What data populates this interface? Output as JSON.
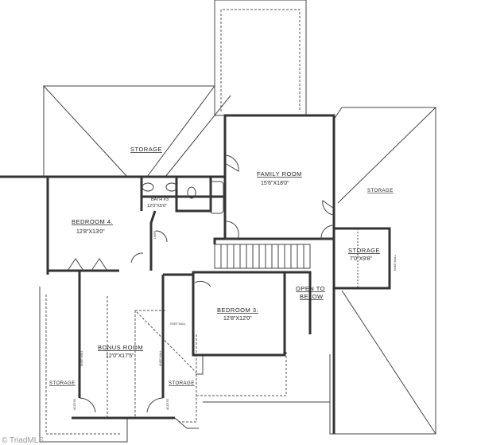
{
  "rooms": {
    "storage_top": {
      "label": "STORAGE"
    },
    "bath": {
      "label": "BATH #3",
      "dim": "12'0\"X5'0\""
    },
    "bedroom4": {
      "label": "BEDROOM 4.",
      "dim": "12'8\"X13'0\""
    },
    "family": {
      "label": "FAMILY ROOM",
      "dim": "15'6\"X18'0\""
    },
    "storage_right": {
      "label": "STORAGE"
    },
    "storage_small": {
      "label": "STORAGE",
      "dim": "7'0\"X9'8\""
    },
    "open": {
      "label1": "OPEN TO",
      "label2": "BELOW"
    },
    "bedroom3": {
      "label": "BEDROOM 3.",
      "dim": "12'8\"X12'0\""
    },
    "bonus": {
      "label": "BONUS ROOM",
      "dim": "12'0\"X17'5\""
    },
    "storage_bl": {
      "label": "STORAGE"
    },
    "storage_bm": {
      "label": "STORAGE"
    }
  },
  "notes": {
    "knee_wall": "KNEE WALL",
    "access": "ACCESS",
    "linen": "LINEN"
  },
  "watermark": "© TriadMLS"
}
